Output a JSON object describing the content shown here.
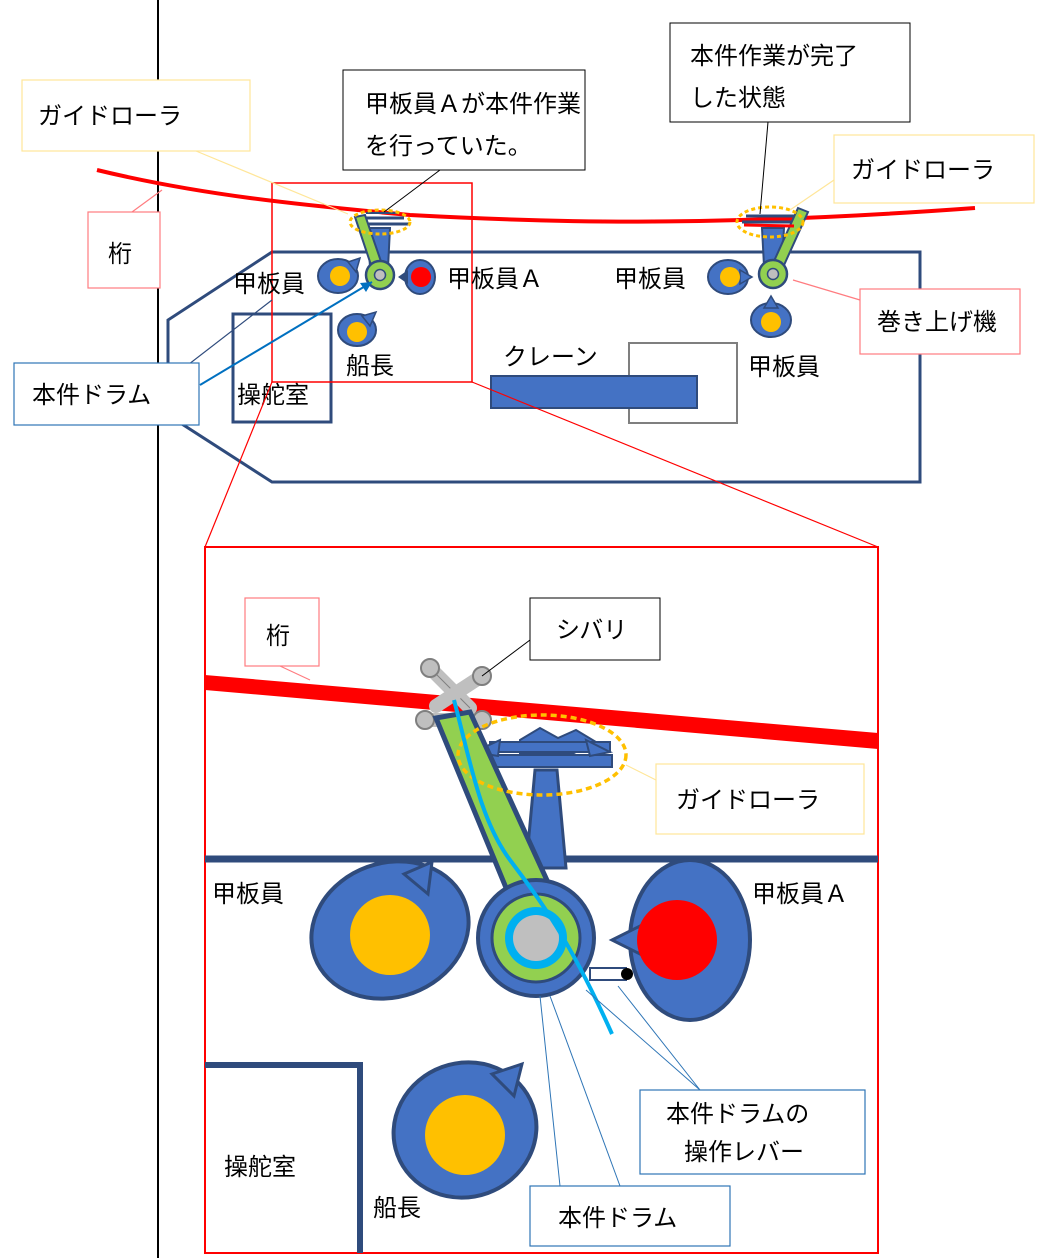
{
  "top": {
    "guide_roller_left": "ガイドローラ",
    "guide_roller_right": "ガイドローラ",
    "callout_working_line1": "甲板員Ａが本件作業",
    "callout_working_line2": "を行っていた。",
    "callout_done_line1": "本件作業が完了",
    "callout_done_line2": "した状態",
    "girder": "桁",
    "deckhand_left": "甲板員",
    "deckhand_a": "甲板員Ａ",
    "deckhand_right_top": "甲板員",
    "deckhand_right_bottom": "甲板員",
    "winch": "巻き上げ機",
    "captain": "船長",
    "drum": "本件ドラム",
    "wheelhouse": "操舵室",
    "crane": "クレーン"
  },
  "zoom": {
    "girder": "桁",
    "lashing": "シバリ",
    "guide_roller": "ガイドローラ",
    "deckhand": "甲板員",
    "deckhand_a": "甲板員Ａ",
    "lever_line1": "本件ドラムの",
    "lever_line2": "操作レバー",
    "drum": "本件ドラム",
    "wheelhouse": "操舵室",
    "captain": "船長"
  },
  "colors": {
    "girder_red": "#ff0000",
    "deck_outline": "#2f4b7c",
    "crew_orange": "#ffc000",
    "crew_body_blue": "#4472c4",
    "arm_green": "#92d050",
    "cable_blue": "#00b0f0",
    "guide_dashed": "#f4b183",
    "zoom_frame": "#ff0000",
    "label_border_yellow": "#ffe699",
    "label_border_red": "#ff7c80",
    "label_border_blue": "#2e75b6"
  }
}
